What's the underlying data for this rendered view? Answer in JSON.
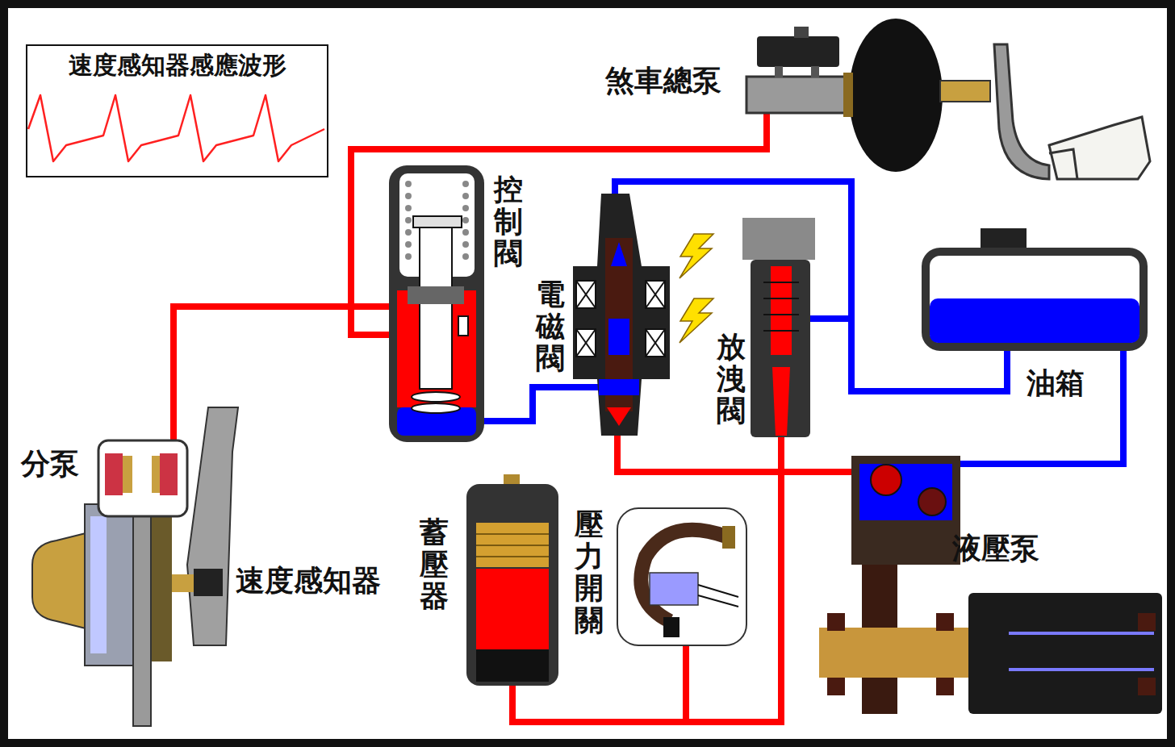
{
  "diagram": {
    "nodes": [
      {
        "text": [
          "速度感知器感應波形"
        ]
      }
    ],
    "labels": [
      "煞車總泵",
      "控制閥",
      "電磁閥",
      "放洩閥",
      "油箱",
      "液壓泵",
      "蓄壓器",
      "壓力開關",
      "分泵",
      "速度感知器"
    ]
  }
}
